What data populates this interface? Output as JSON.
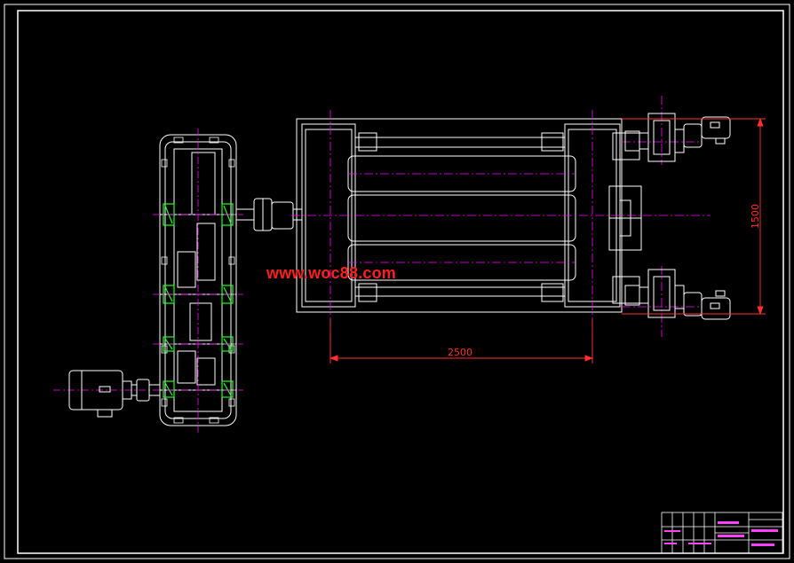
{
  "colors": {
    "background": "#000000",
    "outline": "#ffffff",
    "centerline": "#ff00ff",
    "dimension": "#ff3030",
    "gear_hatch": "#20ff20",
    "watermark": "#ff2020"
  },
  "watermark": "www.woc88.com",
  "dimensions": {
    "width_label": "2500",
    "height_label": "1500"
  }
}
